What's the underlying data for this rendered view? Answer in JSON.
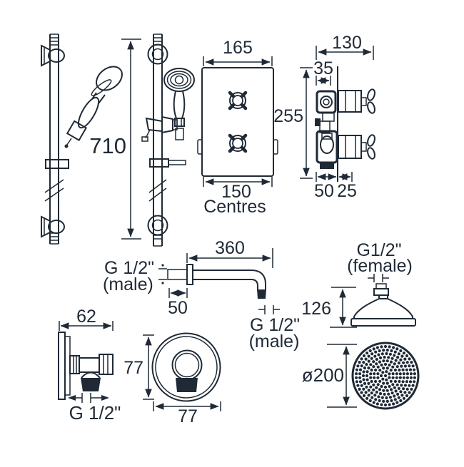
{
  "colors": {
    "ink": "#1f2a36",
    "bg": "#ffffff"
  },
  "drawing": {
    "slide_rail": {
      "height": "710"
    },
    "valve_front": {
      "width": "165",
      "height": "255",
      "centres": "150",
      "centres_word": "Centres"
    },
    "valve_side": {
      "width": "130",
      "plate_offset": "35",
      "recess_depth": "50",
      "projection": "25"
    },
    "shower_arm": {
      "length": "360",
      "thread_length": "50",
      "wall_thread": "G 1/2\"",
      "wall_thread_gender": "(male)",
      "outlet_thread": "G 1/2\"",
      "outlet_thread_gender": "(male)"
    },
    "wall_outlet": {
      "width": "62",
      "thread": "G 1/2\""
    },
    "round_plate": {
      "height": "77",
      "width": "77"
    },
    "head_side": {
      "thread": "G1/2\"",
      "thread_gender": "(female)",
      "height": "126"
    },
    "head_face": {
      "diameter": "ø200"
    }
  }
}
